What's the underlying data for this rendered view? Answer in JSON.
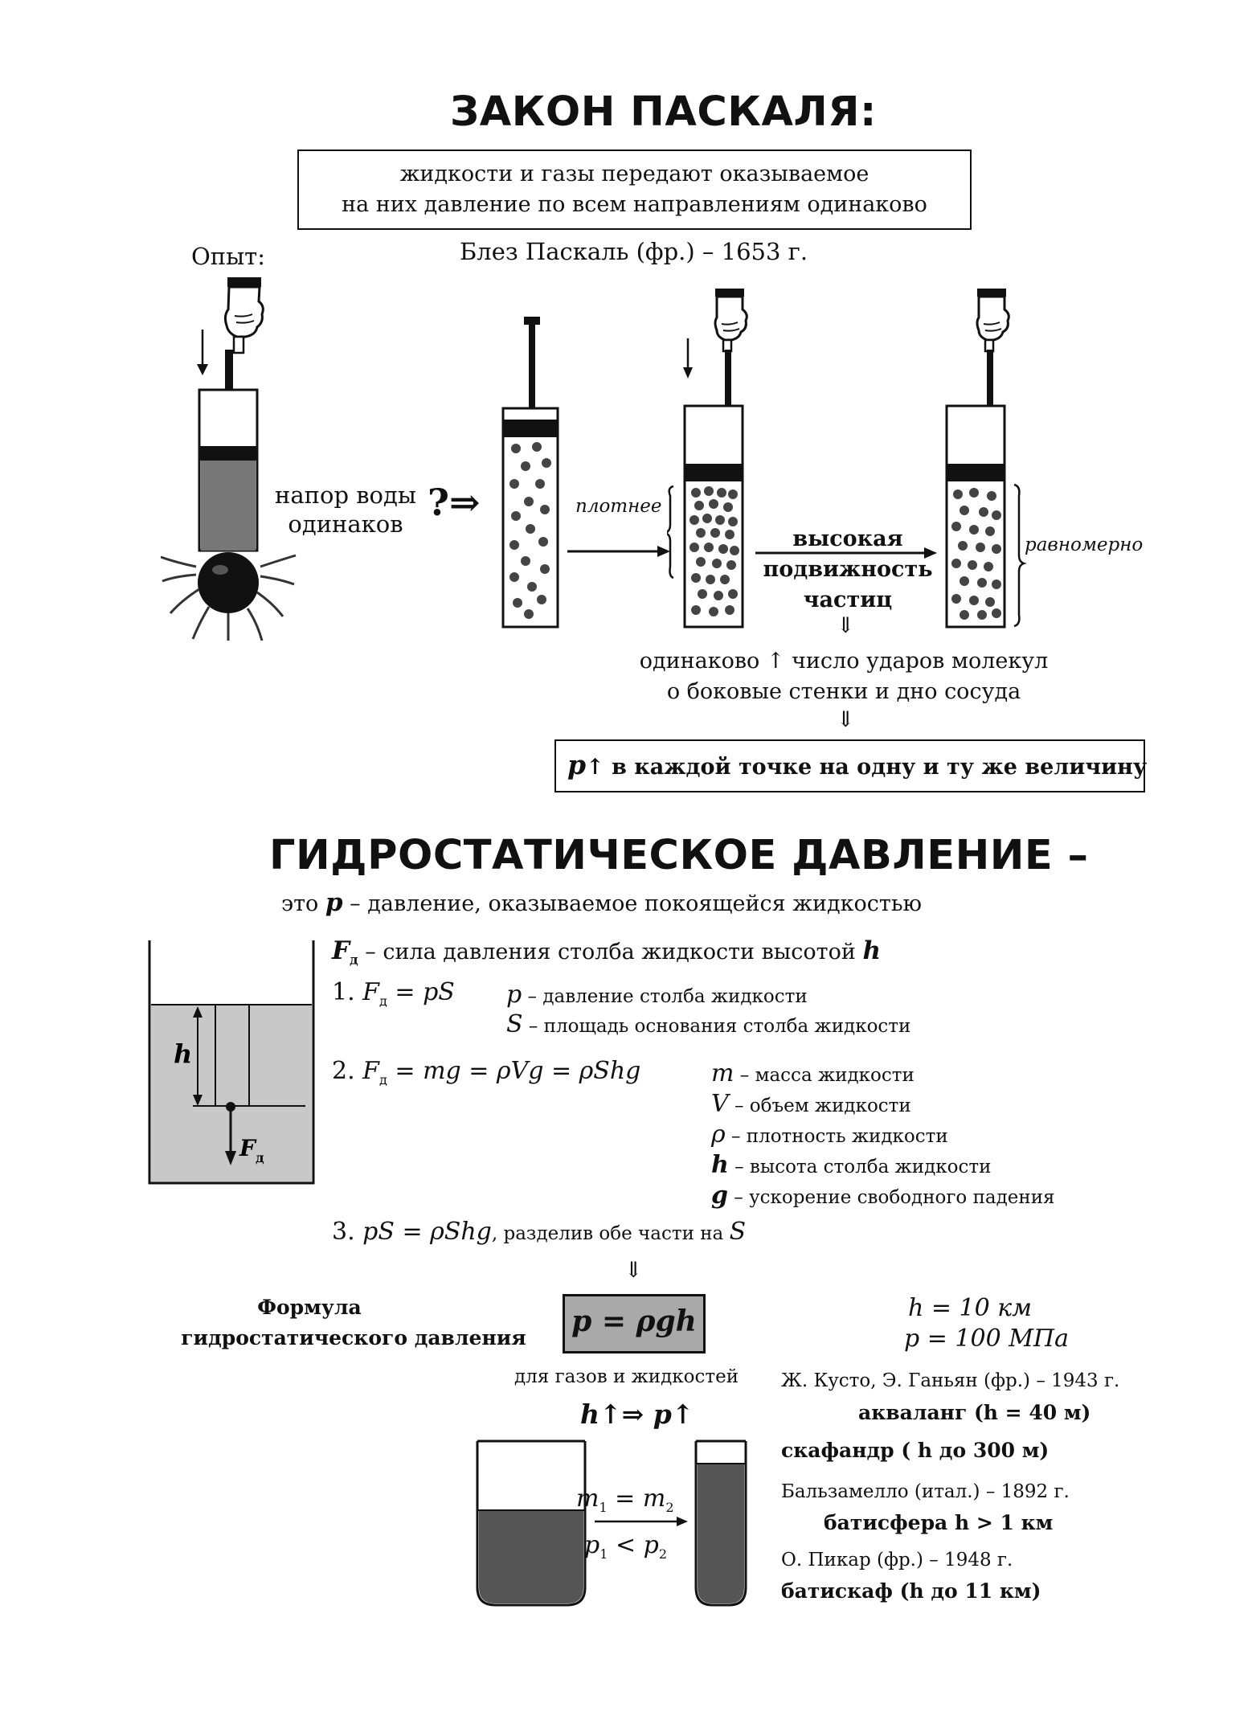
{
  "pascal": {
    "title": "ЗАКОН ПАСКАЛЯ:",
    "law_line1": "жидкости и газы передают оказываемое",
    "law_line2": "на них давление по всем направлениям одинаково",
    "author": "Блез Паскаль (фр.) – 1653 г.",
    "experiment_label": "Опыт:",
    "water_pressure_line1": "напор воды",
    "water_pressure_line2": "одинаков",
    "question_arrow": "?⇒",
    "denser": "плотнее",
    "mobility_line1": "высокая",
    "mobility_line2": "подвижность",
    "mobility_line3": "частиц",
    "uniformly": "равномерно",
    "arrow_down": "⇓",
    "impacts_line1": "одинаково ↑ число ударов молекул",
    "impacts_line2": "о боковые стенки и дно сосуда",
    "result_p": "p",
    "result_arrow": "↑",
    "result_text": " в каждой точке на одну и ту же величину"
  },
  "hydro": {
    "title": "ГИДРОСТАТИЧЕСКОЕ ДАВЛЕНИЕ –",
    "subtitle_pre": "это ",
    "subtitle_p": "p",
    "subtitle_post": " – давление, оказываемое покоящейся жидкостью",
    "diagram_h": "h",
    "diagram_F": "F",
    "diagram_F_sub": "д",
    "force_def_F": "F",
    "force_def_sub": "д",
    "force_def_text": " – сила давления столба жидкости высотой ",
    "force_def_h": "h",
    "eq1_num": "1. ",
    "eq1_F": "F",
    "eq1_sub": "д",
    "eq1_rhs": " = pS",
    "eq1_p": "p",
    "eq1_p_desc": " – давление столба жидкости",
    "eq1_S": "S",
    "eq1_S_desc": " – площадь основания столба жидкости",
    "eq2_num": "2. ",
    "eq2_F": "F",
    "eq2_sub": "д",
    "eq2_rhs": " = mg = ρVg = ρShg",
    "legend": [
      {
        "sym": "m",
        "desc": " – масса жидкости"
      },
      {
        "sym": "V",
        "desc": " – объем жидкости"
      },
      {
        "sym": "ρ",
        "desc": " – плотность жидкости"
      },
      {
        "sym": "h",
        "desc": " – высота столба жидкости"
      },
      {
        "sym": "g",
        "desc": " – ускорение свободного падения"
      }
    ],
    "eq3_num": "3. ",
    "eq3_formula": "pS = ρShg",
    "eq3_text": ", разделив обе части на ",
    "eq3_S": "S",
    "arrow_down": "⇓",
    "formula_label_line1": "Формула",
    "formula_label_line2": "гидростатического давления",
    "formula": "p = ρgh",
    "example_h": "h = 10 км",
    "example_p": "p = 100 МПа",
    "gases_liquids": "для газов и жидкостей",
    "h_up_p_up": "h↑⇒ p↑",
    "mass_eq_m1": "m",
    "mass_eq_sub1": "1",
    "mass_eq_eq": " = ",
    "mass_eq_m2": "m",
    "mass_eq_sub2": "2",
    "press_p1": "p",
    "press_sub1": "1",
    "press_lt": " < ",
    "press_p2": "p",
    "press_sub2": "2",
    "history": [
      {
        "text": "Ж. Кусто, Э. Ганьян (фр.) – 1943 г."
      },
      {
        "text": "акваланг (h = 40 м)"
      },
      {
        "text": "скафандр ( h до 300 м)"
      },
      {
        "text": "Бальзамелло (итал.) – 1892 г."
      },
      {
        "text": "батисфера h > 1 км"
      },
      {
        "text": "О. Пикар (фр.) – 1948 г."
      },
      {
        "text": "батискаф (h до 11 км)"
      }
    ]
  }
}
